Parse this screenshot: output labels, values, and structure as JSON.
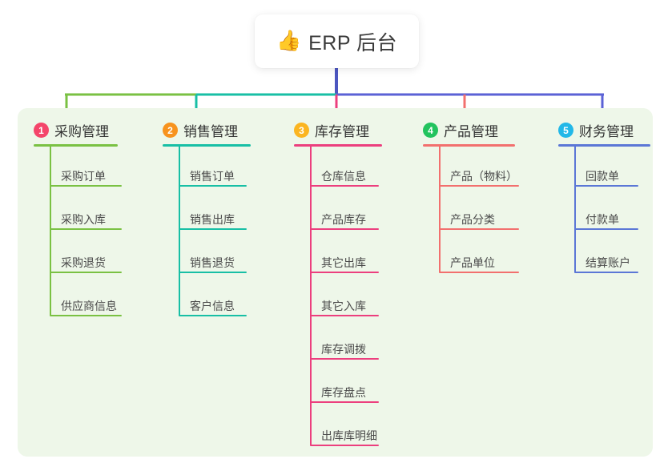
{
  "title": {
    "icon": "thumbs-up-icon",
    "emoji": "👍",
    "text": "ERP 后台"
  },
  "colors": {
    "page_background": "#ffffff",
    "panel_background": "#eef7e9",
    "card_background": "#ffffff",
    "text": "#333333",
    "item_text": "#4a4a4a",
    "trunk": "#4c56c0",
    "branch_green": "#7ac143",
    "branch_teal": "#18bfa5",
    "branch_blue": "#5b62d6",
    "drop_pink": "#ec3f7e",
    "drop_red": "#f2706e"
  },
  "columns": [
    {
      "number": "1",
      "label": "采购管理",
      "badge_color": "#f4456a",
      "accent": "#7ac143",
      "connector_color": "#7ac143",
      "items": [
        {
          "label": "采购订单"
        },
        {
          "label": "采购入库"
        },
        {
          "label": "采购退货"
        },
        {
          "label": "供应商信息"
        }
      ]
    },
    {
      "number": "2",
      "label": "销售管理",
      "badge_color": "#f7931e",
      "accent": "#18bfa5",
      "connector_color": "#18bfa5",
      "items": [
        {
          "label": "销售订单"
        },
        {
          "label": "销售出库"
        },
        {
          "label": "销售退货"
        },
        {
          "label": "客户信息"
        }
      ]
    },
    {
      "number": "3",
      "label": "库存管理",
      "badge_color": "#fbb521",
      "accent": "#ec3f7e",
      "connector_color": "#ec3f7e",
      "items": [
        {
          "label": "仓库信息"
        },
        {
          "label": "产品库存"
        },
        {
          "label": "其它出库"
        },
        {
          "label": "其它入库"
        },
        {
          "label": "库存调拨"
        },
        {
          "label": "库存盘点"
        },
        {
          "label": "出库库明细"
        }
      ]
    },
    {
      "number": "4",
      "label": "产品管理",
      "badge_color": "#22c35e",
      "accent": "#f2706e",
      "connector_color": "#f2706e",
      "items": [
        {
          "label": "产品（物料）"
        },
        {
          "label": "产品分类"
        },
        {
          "label": "产品单位"
        }
      ]
    },
    {
      "number": "5",
      "label": "财务管理",
      "badge_color": "#22b8e8",
      "accent": "#5b77d6",
      "connector_color": "#5b62d6",
      "items": [
        {
          "label": "回款单"
        },
        {
          "label": "付款单"
        },
        {
          "label": "结算账户"
        }
      ]
    }
  ]
}
